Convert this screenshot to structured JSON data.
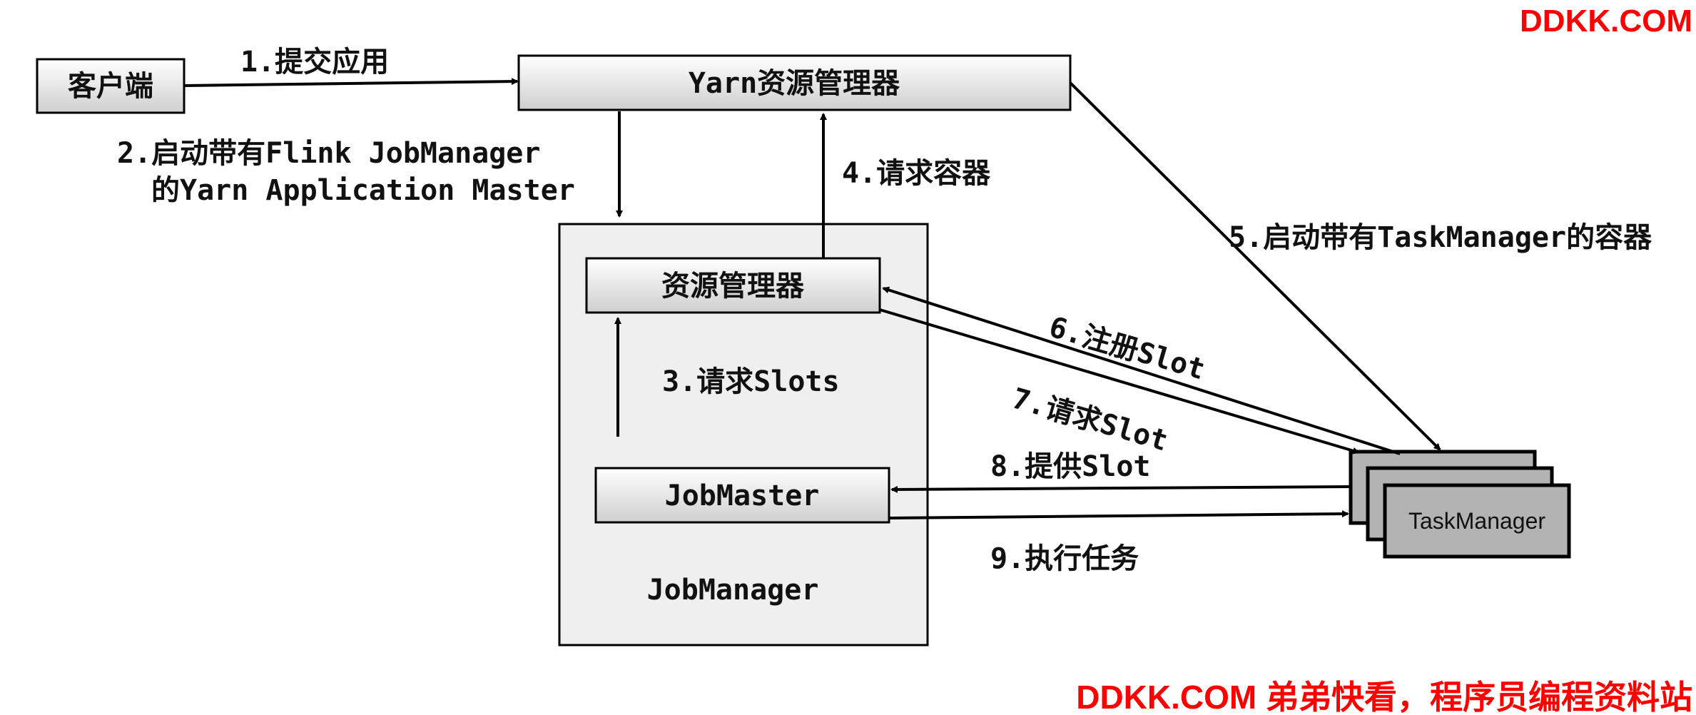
{
  "watermark_top": "DDKK.COM",
  "watermark_bottom": "DDKK.COM 弟弟快看，程序员编程资料站",
  "nodes": {
    "client": "客户端",
    "yarn_rm": "Yarn资源管理器",
    "resource_manager": "资源管理器",
    "job_master": "JobMaster",
    "job_manager": "JobManager",
    "task_manager": "TaskManager"
  },
  "steps": {
    "s1": "1.提交应用",
    "s2_line1": "2.启动带有Flink JobManager",
    "s2_line2": "的Yarn Application Master",
    "s3": "3.请求Slots",
    "s4": "4.请求容器",
    "s5": "5.启动带有TaskManager的容器",
    "s6": "6.注册Slot",
    "s7": "7.请求Slot",
    "s8": "8.提供Slot",
    "s9": "9.执行任务"
  },
  "colors": {
    "box_fill_top": "#ffffff",
    "box_fill_bottom": "#cfcfcf",
    "jobmanager_fill": "#efefef",
    "taskmanager_fill": "#b3b3b3",
    "watermark": "#ff0000"
  }
}
